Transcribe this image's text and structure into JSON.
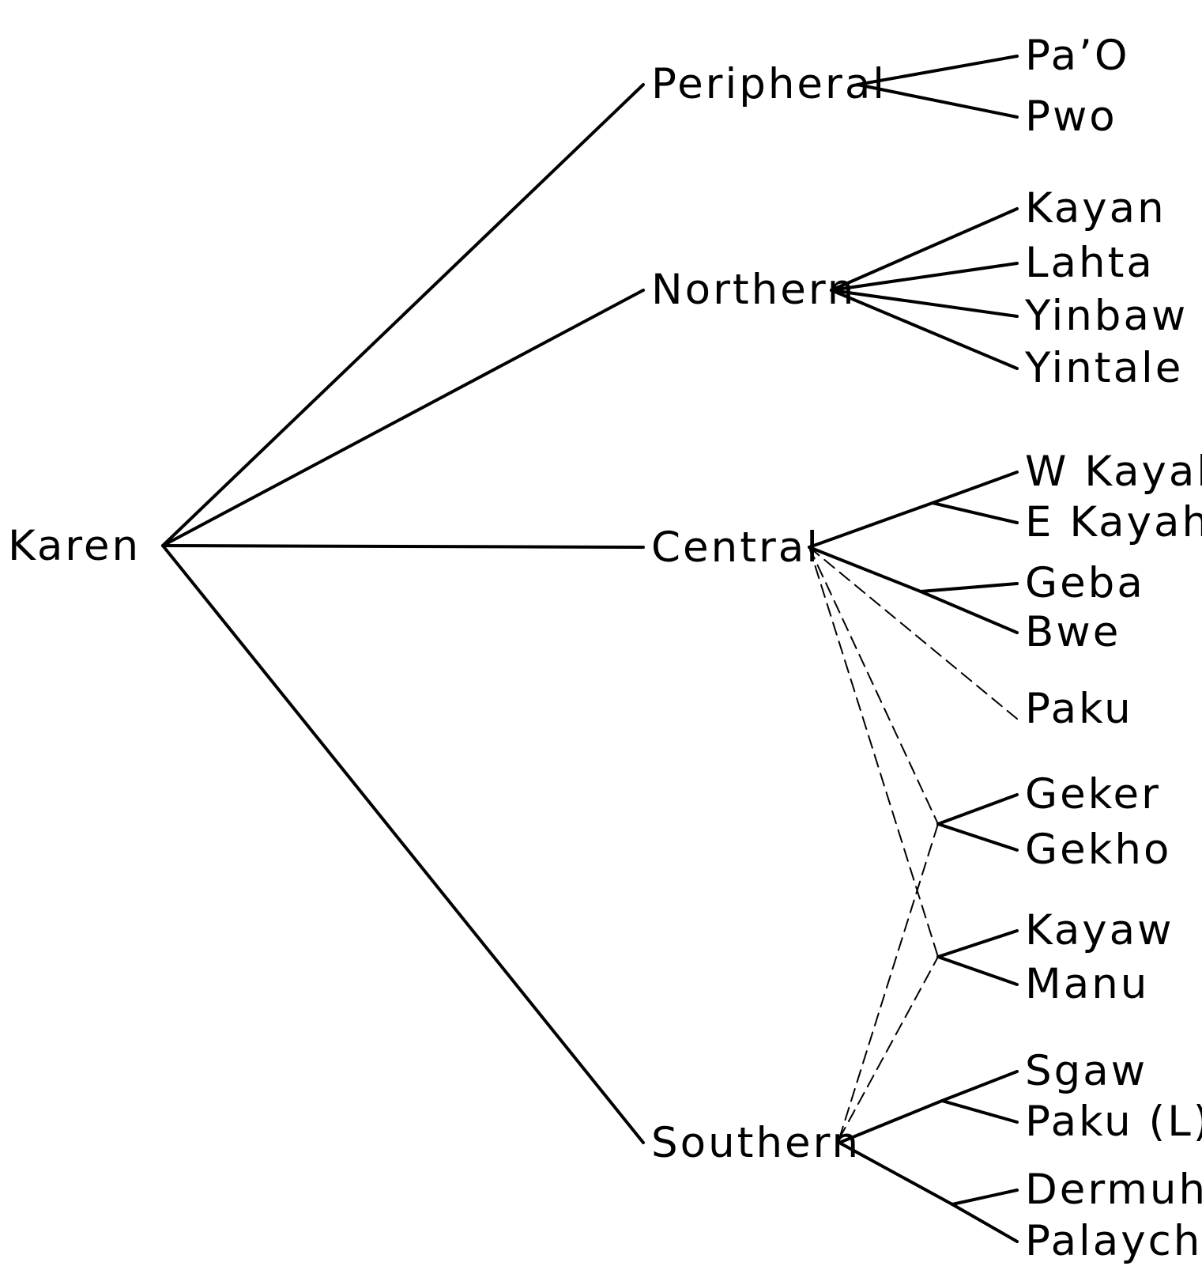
{
  "root": {
    "label": "Karen"
  },
  "branches": {
    "peripheral": {
      "label": "Peripheral"
    },
    "northern": {
      "label": "Northern"
    },
    "central": {
      "label": "Central"
    },
    "southern": {
      "label": "Southern"
    }
  },
  "leaves": {
    "pao": "Pa’O",
    "pwo": "Pwo",
    "kayan": "Kayan",
    "lahta": "Lahta",
    "yinbaw": "Yinbaw",
    "yintale": "Yintale",
    "w_kayah": "W Kayah",
    "e_kayah": "E Kayah",
    "geba": "Geba",
    "bwe": "Bwe",
    "paku": "Paku",
    "geker": "Geker",
    "gekho": "Gekho",
    "kayaw": "Kayaw",
    "manu": "Manu",
    "sgaw": "Sgaw",
    "paku_l": "Paku (L)",
    "dermuha": "Dermuha",
    "palaychi": "Palaychi"
  }
}
